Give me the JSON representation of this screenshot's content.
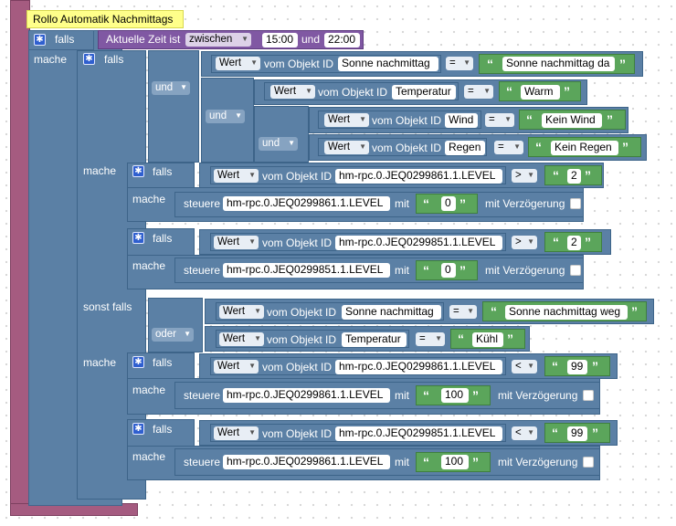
{
  "comment": "Rollo Automatik Nachmittags",
  "kw": {
    "falls": "falls",
    "mache": "mache",
    "und": "und",
    "oder": "oder",
    "sonst_falls": "sonst falls",
    "wert": "Wert",
    "vom_objekt_id": "vom Objekt ID",
    "steuere": "steuere",
    "mit": "mit",
    "mit_verzoegerung": "mit Verzögerung",
    "aktuelle_zeit_ist": "Aktuelle Zeit ist",
    "zwischen": "zwischen",
    "und_lower": "und",
    "eq": "=",
    "gt": ">",
    "lt": "<"
  },
  "time": {
    "from": "15:00",
    "to": "22:00"
  },
  "objects": {
    "sonne_nachmittag": "Sonne nachmittag",
    "temperatur": "Temperatur",
    "wind": "Wind",
    "regen": "Regen",
    "level1": "hm-rpc.0.JEQ0299861.1.LEVEL",
    "level2": "hm-rpc.0.JEQ0299851.1.LEVEL"
  },
  "strings": {
    "sonne_da": "Sonne nachmittag da",
    "warm": "Warm",
    "kein_wind": "Kein Wind",
    "kein_regen": "Kein Regen",
    "two": "2",
    "zero": "0",
    "sonne_weg": "Sonne nachmittag weg",
    "kuehl": "Kühl",
    "ninetynine": "99",
    "hundred": "100"
  }
}
